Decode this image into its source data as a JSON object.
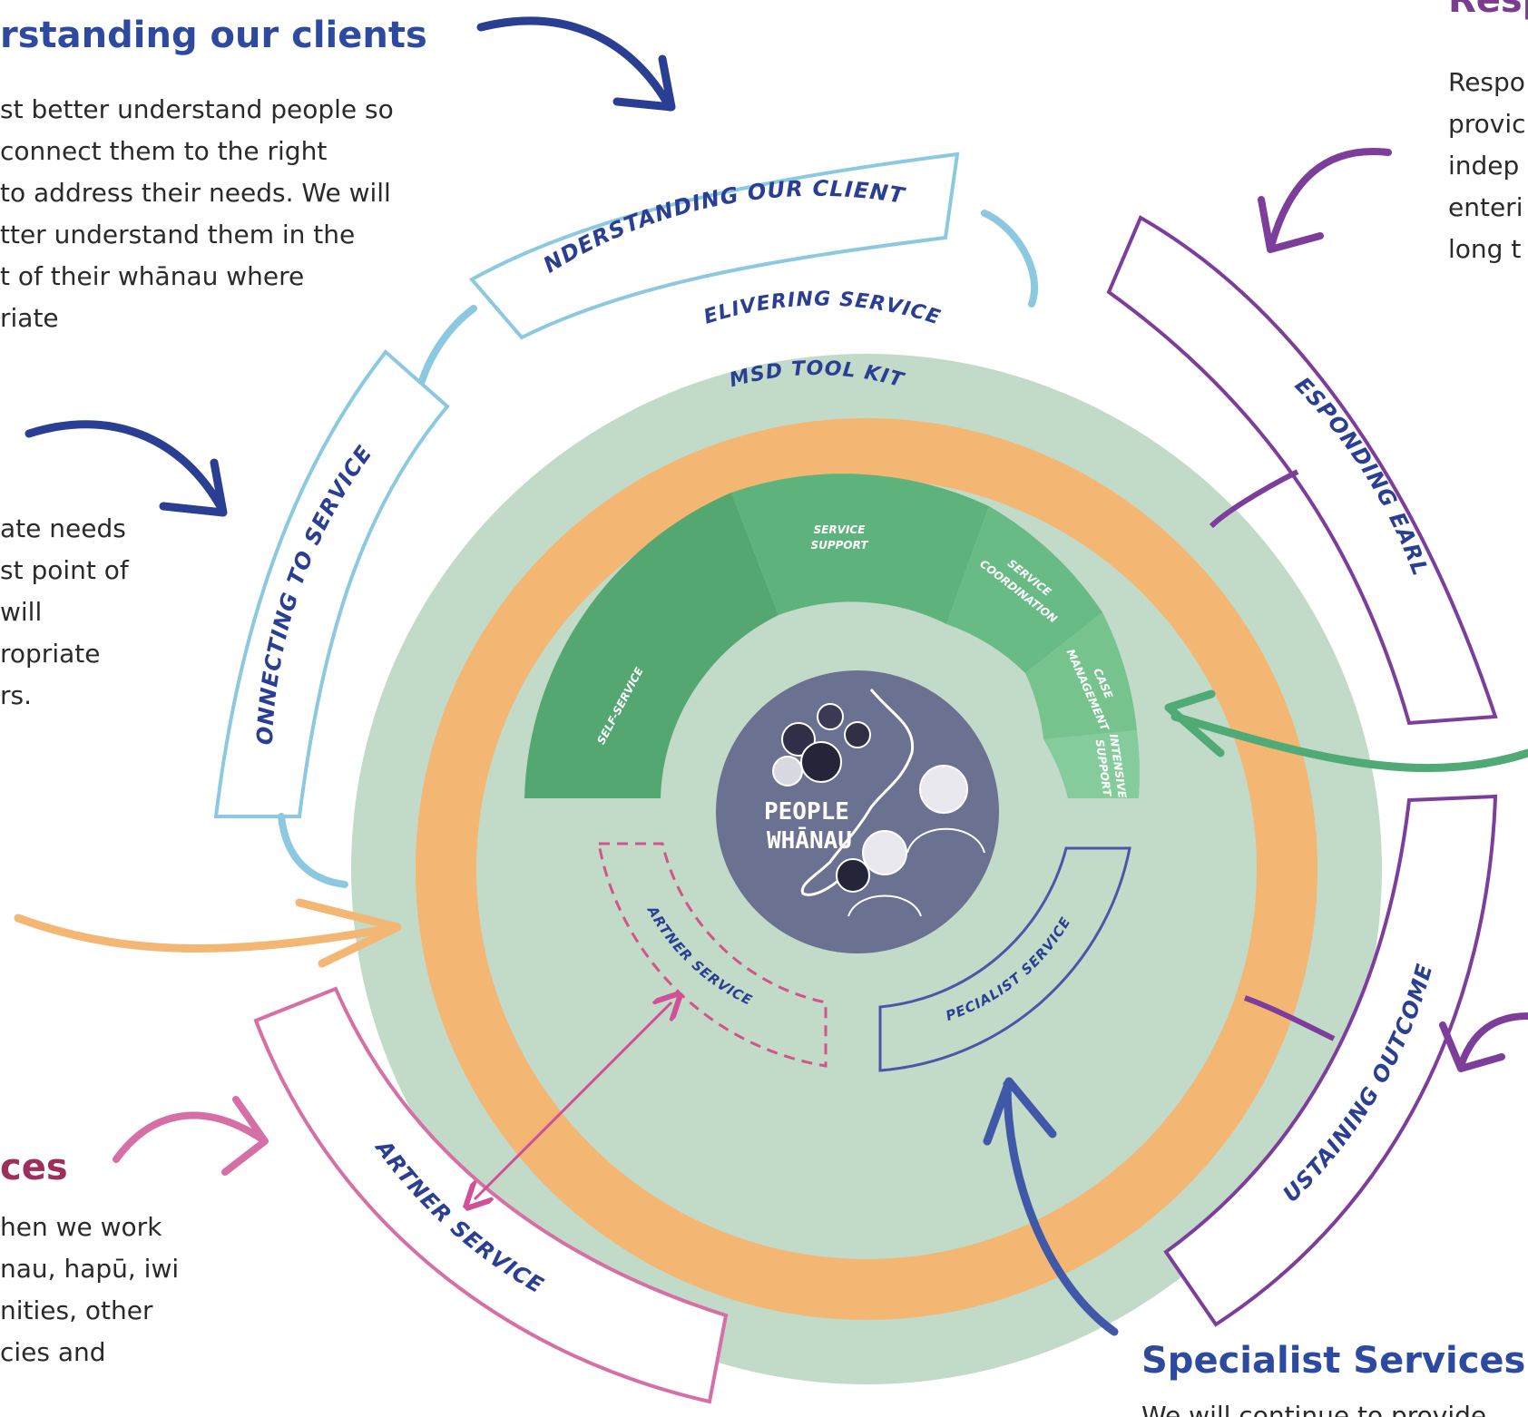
{
  "colors": {
    "navy": "#2a3f93",
    "light_blue": "#8cc9e0",
    "purple": "#7d3e9b",
    "pink": "#d56fa6",
    "orange": "#f3b673",
    "sage": "#c2dac8",
    "dark_green": "#55a772",
    "mid_green": "#5eb37c",
    "light_green": "#76c38e",
    "centre": "#6b7291",
    "heading_blue": "#2d4aa0",
    "heading_maroon": "#9c2f5c",
    "heading_purple": "#7a3c8f"
  },
  "panels": {
    "understanding": {
      "heading": "rstanding our clients",
      "lines": [
        "st better understand people so",
        " connect them to the right",
        " to address their needs. We will",
        "tter understand them in the",
        "t of their whānau where",
        "riate"
      ]
    },
    "connecting": {
      "lines": [
        "ate needs",
        "st point of",
        " will",
        "ropriate",
        "rs."
      ]
    },
    "partner": {
      "heading": "ces",
      "lines": [
        "hen we work",
        "nau, hapū, iwi",
        "nities, other",
        "cies and"
      ]
    },
    "responding": {
      "heading": "Resp",
      "lines": [
        "Respo",
        "provic",
        "indep",
        "enteri",
        "long t"
      ]
    },
    "specialist": {
      "heading": "Specialist Services",
      "lines": [
        "We will continue to provide"
      ]
    }
  },
  "ring_labels": {
    "understanding": "UNDERSTANDING OUR CLIENTS",
    "connecting": "CONNECTING TO SERVICES",
    "responding": "RESPONDING EARLY",
    "sustaining": "SUSTAINING OUTCOMES",
    "partner": "PARTNER SERVICES",
    "delivering": "DELIVERING SERVICES",
    "toolkit": "MSD TOOL KIT"
  },
  "segments": {
    "self_service": "SELF-SERVICE",
    "service_support": [
      "SERVICE",
      "SUPPORT"
    ],
    "service_coordination": [
      "SERVICE",
      "COORDINATION"
    ],
    "case_management": [
      "CASE",
      "MANAGEMENT"
    ],
    "intensive_support": [
      "INTENSIVE",
      "SUPPORT"
    ],
    "partner_inner": "PARTNER SERVICES",
    "specialist_inner": "SPECIALIST SERVICES"
  },
  "centre": {
    "line1": "PEOPLE",
    "line2": "WHĀNAU"
  }
}
